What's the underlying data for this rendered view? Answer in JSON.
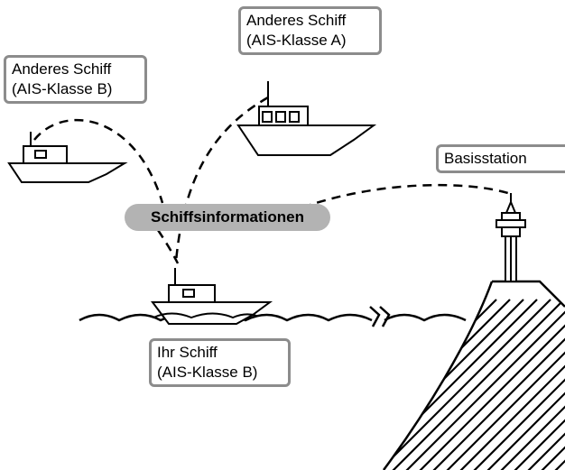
{
  "labels": {
    "other_ship_b": {
      "line1": "Anderes Schiff",
      "line2": "(AIS-Klasse B)"
    },
    "other_ship_a": {
      "line1": "Anderes Schiff",
      "line2": "(AIS-Klasse A)"
    },
    "own_ship": {
      "line1": "Ihr Schiff",
      "line2": "(AIS-Klasse B)"
    },
    "base_station": "Basisstation",
    "center": "Schiffsinformationen"
  },
  "colors": {
    "label_border": "#8c8c8c",
    "pill_fill": "#b3b3b3",
    "line": "#000000"
  }
}
